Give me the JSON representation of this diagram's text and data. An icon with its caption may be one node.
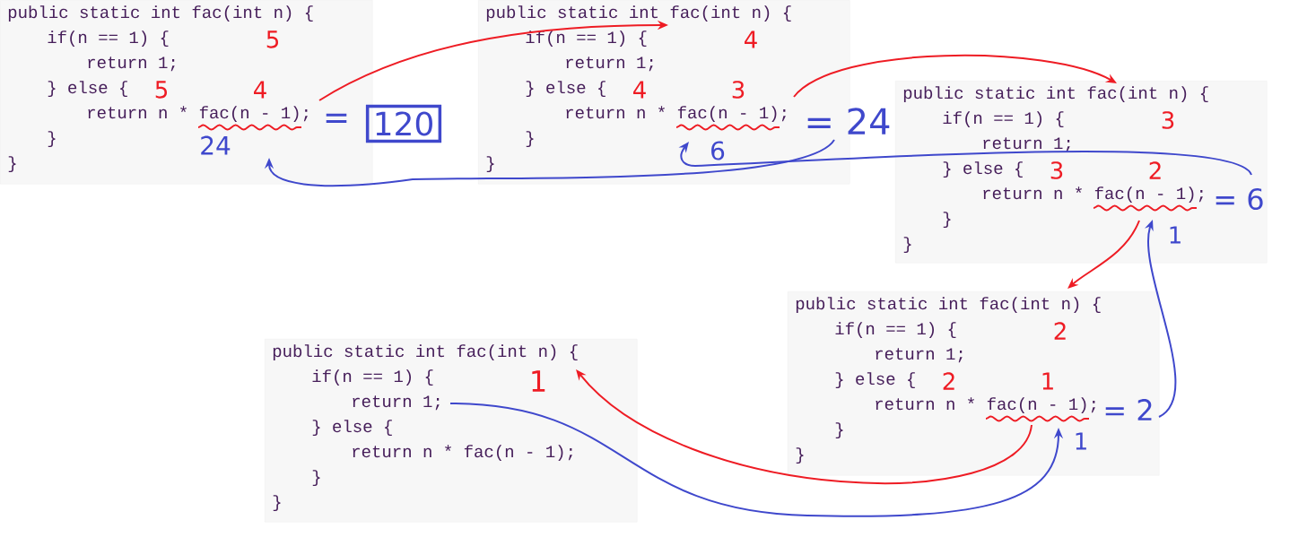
{
  "diagram": {
    "nodes": [
      {
        "text": [
          "public static int fac(int n) {",
          "if(n == 1) {",
          "return 1;",
          "} else {",
          "return n * fac(n - 1);",
          "}",
          "}"
        ]
      },
      {
        "text": [
          "public static int fac(int n) {",
          "if(n == 1) {",
          "return 1;",
          "} else {",
          "return n * fac(n - 1);",
          "}",
          "}"
        ]
      },
      {
        "text": [
          "public static int fac(int n) {",
          "if(n == 1) {",
          "return 1;",
          "} else {",
          "return n * fac(n - 1);",
          "}",
          "}"
        ]
      },
      {
        "text": [
          "public static int fac(int n) {",
          "if(n == 1) {",
          "return 1;",
          "} else {",
          "return n * fac(n - 1);",
          "}",
          "}"
        ]
      },
      {
        "text": [
          "public static int fac(int n) {",
          "if(n == 1) {",
          "return 1;",
          "} else {",
          "return n * fac(n - 1);",
          "}",
          "}"
        ]
      }
    ],
    "edges": [
      {
        "from": 0,
        "to": 1,
        "arrow": "to",
        "color": "#ee1c24"
      },
      {
        "from": 1,
        "to": 2,
        "arrow": "to",
        "color": "#ee1c24"
      },
      {
        "from": 2,
        "to": 3,
        "arrow": "to",
        "color": "#ee1c24"
      },
      {
        "from": 3,
        "to": 4,
        "arrow": "to",
        "color": "#ee1c24"
      },
      {
        "from": 4,
        "to": 3,
        "arrow": "to",
        "color": "#3f48cc"
      },
      {
        "from": 3,
        "to": 2,
        "arrow": "to",
        "color": "#3f48cc"
      },
      {
        "from": 2,
        "to": 1,
        "arrow": "to",
        "color": "#3f48cc"
      },
      {
        "from": 1,
        "to": 0,
        "arrow": "to",
        "color": "#3f48cc"
      }
    ],
    "labels": [
      "5",
      "5",
      "4",
      "24",
      "=",
      "120",
      "4",
      "4",
      "3",
      "= 24",
      "6",
      "3",
      "3",
      "2",
      "= 6",
      "1",
      "2",
      "2",
      "1",
      "= 2",
      "1",
      "1"
    ]
  }
}
